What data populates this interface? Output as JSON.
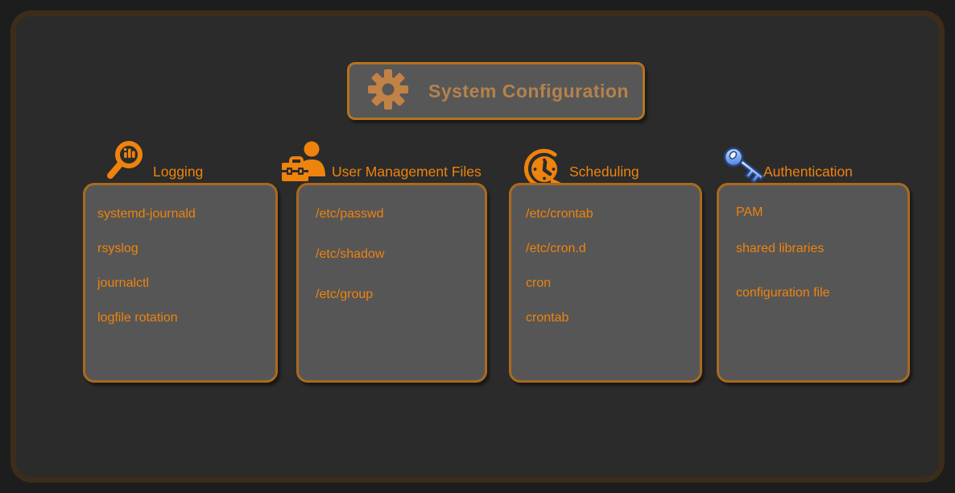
{
  "title": {
    "label": "System Configuration",
    "icon": "gear-icon"
  },
  "colors": {
    "outer_background": "#1d1d1d",
    "panel_background": "#2b2b2b",
    "panel_border": "#3b2d1a",
    "box_background": "#565656",
    "box_border": "#aa6a1e",
    "title_box_border": "#b5731f",
    "title_text": "#b5824c",
    "accent_orange": "#ee830d",
    "key_blue": "#7fa9f2"
  },
  "columns": [
    {
      "label": "Logging",
      "icon": "magnifier-chart-icon",
      "items": [
        "systemd-journald",
        "rsyslog",
        "journalctl",
        "logfile rotation"
      ]
    },
    {
      "label": "User Management Files",
      "icon": "user-toolbox-icon",
      "items": [
        "/etc/passwd",
        "/etc/shadow",
        "/etc/group"
      ]
    },
    {
      "label": "Scheduling",
      "icon": "clock-arrow-icon",
      "items": [
        "/etc/crontab",
        "/etc/cron.d",
        "cron",
        "crontab"
      ]
    },
    {
      "label": "Authentication",
      "icon": "key-icon",
      "items": [
        "PAM",
        "shared libraries",
        "configuration file"
      ]
    }
  ]
}
